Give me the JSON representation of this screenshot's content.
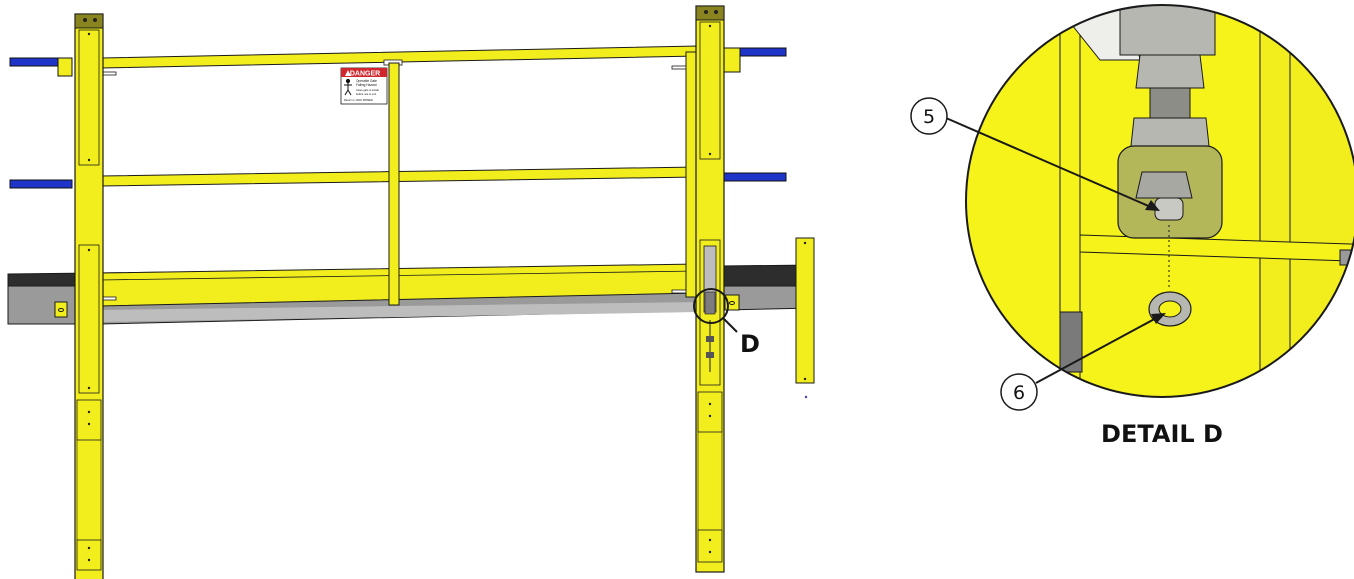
{
  "colors": {
    "yellow": "#F2EE1E",
    "yellow_dark": "#D9D40E",
    "outline": "#1a1a1a",
    "rail_blue": "#1F34C9",
    "beam_top": "#303030",
    "beam_face": "#9A9A9A",
    "beam_light": "#BDBDBD",
    "danger_red": "#D0262C",
    "metal": "#B7B7B2",
    "detail_bg": "#F5F31A"
  },
  "main_view": {
    "detail_callout_letter": "D",
    "danger_sign": {
      "header": "DANGER",
      "line1": "Operable Gate",
      "line2": "Falling Hazard",
      "line3": "Close gate to install",
      "line4": "before use or exit",
      "line5": "Return to 100% PRIMED"
    }
  },
  "detail_view": {
    "title": "DETAIL D",
    "callouts": [
      "5",
      "6"
    ]
  }
}
